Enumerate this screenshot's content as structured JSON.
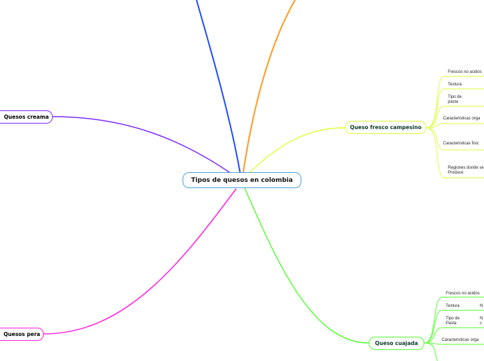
{
  "central": {
    "label": "Tipos de quesos en colombia",
    "color": "#4aa3d8"
  },
  "branches": {
    "crema": {
      "label": "Quesos creama",
      "color": "#7a2bff"
    },
    "pera": {
      "label": "Quesos pera",
      "color": "#ff1fe0"
    },
    "campesino": {
      "label": "Queso fresco campesino",
      "color": "#d8ff33",
      "items": [
        "Frescos no acidos",
        "Textura",
        "Tipo de pasta",
        "Caracteristicas orga",
        "Caracteristicas fisic",
        "Regiones donde se Produce"
      ]
    },
    "cuajada": {
      "label": "Queso cuajada",
      "color": "#55ff33",
      "items": [
        "Frescos no acidos",
        "Textura",
        "Tipo de Pasta",
        "Caracteristicas orga"
      ],
      "partial": [
        "N",
        "N",
        "c"
      ]
    }
  },
  "offscreen": {
    "blue": "#1f4cff",
    "orange": "#ff9a1f"
  }
}
